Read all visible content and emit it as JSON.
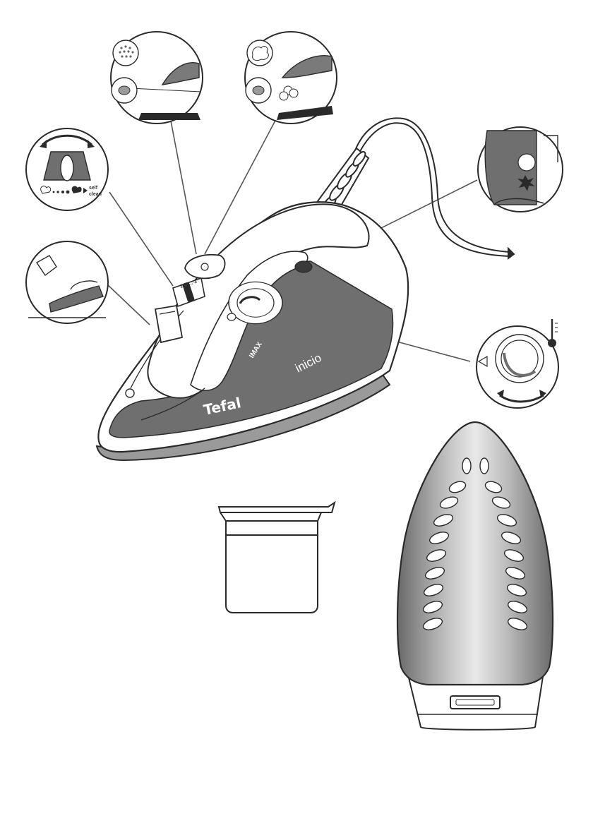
{
  "iron": {
    "brand": "Tefal",
    "model": "inicio",
    "imax": "IMAX",
    "spray_scale": "2·4·...·3"
  },
  "callouts": {
    "self_clean_line1": "self",
    "self_clean_line2": "clean"
  },
  "colors": {
    "outline": "#2a2a2a",
    "panel_gray": "#6f6f6f",
    "soleplate": "#9a9a9a",
    "leader": "#555555"
  }
}
